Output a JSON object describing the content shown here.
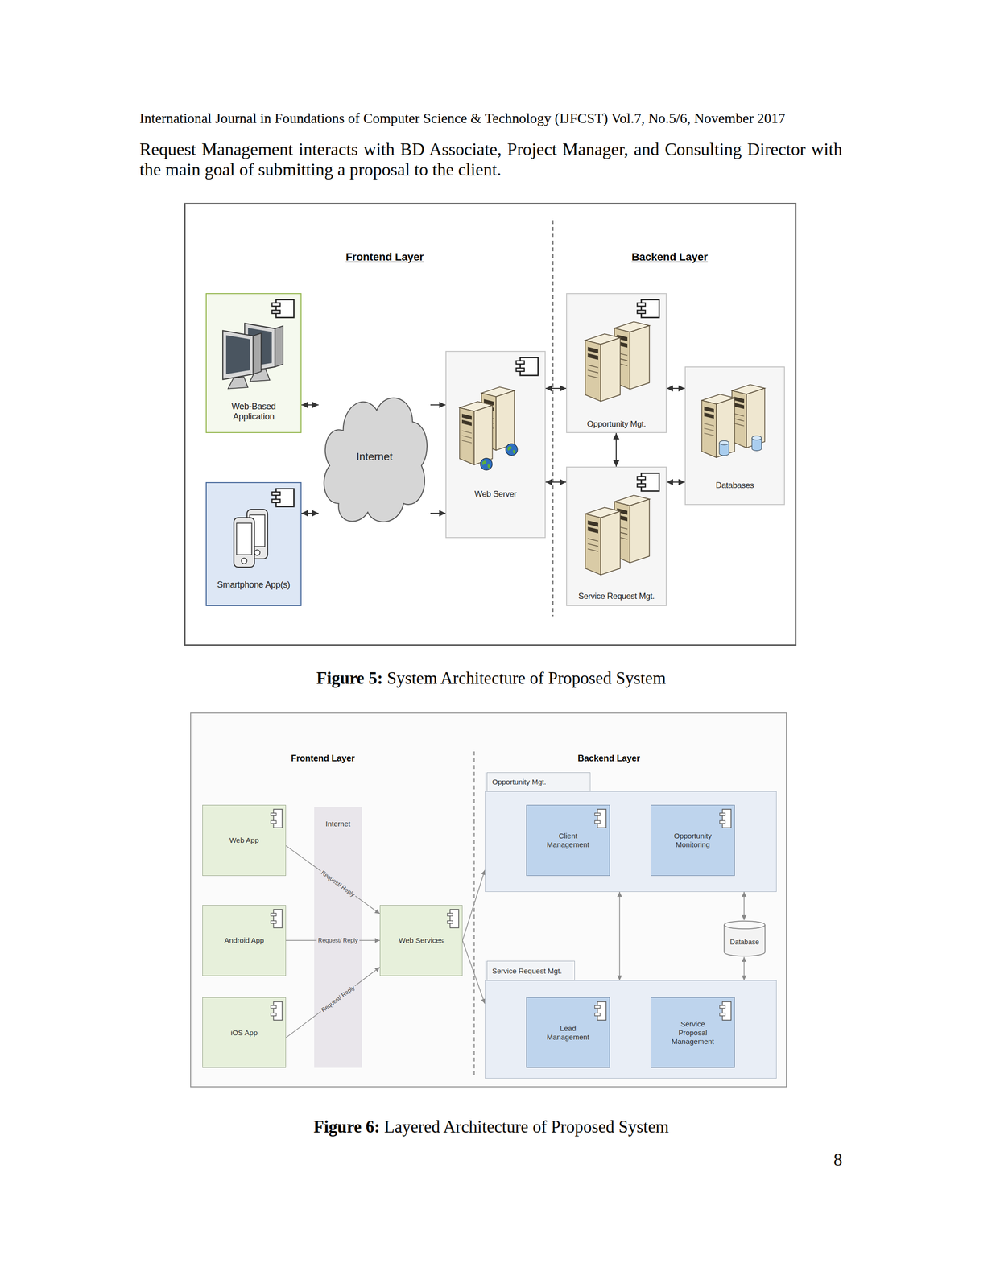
{
  "diagram": {
    "nodes": [
      {
        "text": [
          "Web-Based Application"
        ]
      },
      {
        "text": [
          "Smartphone App(s)"
        ]
      },
      {
        "text": [
          "Internet"
        ]
      },
      {
        "text": [
          "Web Server"
        ]
      },
      {
        "text": [
          "Opportunity Mgt."
        ]
      },
      {
        "text": [
          "Service Request Mgt."
        ]
      },
      {
        "text": [
          "Databases"
        ]
      },
      {
        "text": [
          "Web App"
        ]
      },
      {
        "text": [
          "Android App"
        ]
      },
      {
        "text": [
          "iOS App"
        ]
      },
      {
        "text": [
          "Internet"
        ]
      },
      {
        "text": [
          "Web Services"
        ]
      },
      {
        "text": [
          "Opportunity Mgt."
        ]
      },
      {
        "text": [
          "Client Management"
        ],
        "in": 12
      },
      {
        "text": [
          "Opportunity Monitoring"
        ],
        "in": 12
      },
      {
        "text": [
          "Service Request Mgt."
        ]
      },
      {
        "text": [
          "Lead Management"
        ],
        "in": 15
      },
      {
        "text": [
          "Service Proposal Management"
        ],
        "in": 15
      },
      {
        "text": [
          "Database"
        ]
      }
    ],
    "edges": [
      {
        "from": 0,
        "to": 2,
        "arrow": "both"
      },
      {
        "from": 1,
        "to": 2,
        "arrow": "both"
      },
      {
        "from": 2,
        "to": 3,
        "arrow": "to"
      },
      {
        "from": 2,
        "to": 3,
        "arrow": "to"
      },
      {
        "from": 3,
        "to": 4,
        "arrow": "both"
      },
      {
        "from": 3,
        "to": 5,
        "arrow": "both"
      },
      {
        "from": 4,
        "to": 5,
        "arrow": "both"
      },
      {
        "from": 4,
        "to": 6,
        "arrow": "both"
      },
      {
        "from": 5,
        "to": 6,
        "arrow": "both"
      },
      {
        "from": 7,
        "to": 11,
        "label": "Request/ Reply",
        "arrow": "to"
      },
      {
        "from": 8,
        "to": 11,
        "label": "Request/ Reply",
        "arrow": "to"
      },
      {
        "from": 9,
        "to": 11,
        "label": "Request/ Reply",
        "arrow": "to"
      },
      {
        "from": 11,
        "to": 12,
        "arrow": "to"
      },
      {
        "from": 11,
        "to": 15,
        "arrow": "to"
      },
      {
        "from": 12,
        "to": 15,
        "arrow": "both"
      },
      {
        "from": 18,
        "to": 12,
        "arrow": "both"
      },
      {
        "from": 18,
        "to": 15,
        "arrow": "both"
      }
    ],
    "labels": [
      "International Journal in Foundations of Computer Science & Technology (IJFCST) Vol.7, No.5/6, November 2017",
      "Request Management interacts with BD Associate, Project Manager, and Consulting Director with the main goal of submitting a proposal to the client.",
      "Frontend Layer",
      "Backend Layer",
      "Figure 5:",
      "System Architecture of Proposed System",
      "Frontend Layer",
      "Backend Layer",
      "Figure 6:",
      "Layered Architecture of Proposed System",
      "8"
    ]
  }
}
